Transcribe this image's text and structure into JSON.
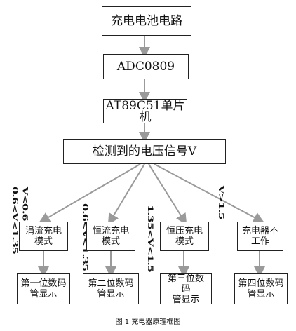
{
  "diagram": {
    "battery_circuit": "充电电池电路",
    "adc": "ADC0809",
    "mcu": "AT89C51单片机",
    "detect": "检测到的电压信号V",
    "branches": [
      {
        "condition": "V<0.6 且 0.6<V<1.35",
        "mode_line1": "涓流充电",
        "mode_line2": "模式",
        "display_line1": "第一位数码",
        "display_line2": "管显示"
      },
      {
        "condition": "0.6<V<1.35",
        "mode_line1": "恒流充电",
        "mode_line2": "模式",
        "display_line1": "第二位数码",
        "display_line2": "管显示"
      },
      {
        "condition": "1.35<V<1.5",
        "mode_line1": "恒压充电",
        "mode_line2": "模式",
        "display_line1": "第三位数码",
        "display_line2": "管显示"
      },
      {
        "condition": "V>1.5",
        "mode_line1": "充电器不",
        "mode_line2": "工作",
        "display_line1": "第四位数码",
        "display_line2": "管显示"
      }
    ],
    "caption": "图 1 充电器原理框图"
  }
}
